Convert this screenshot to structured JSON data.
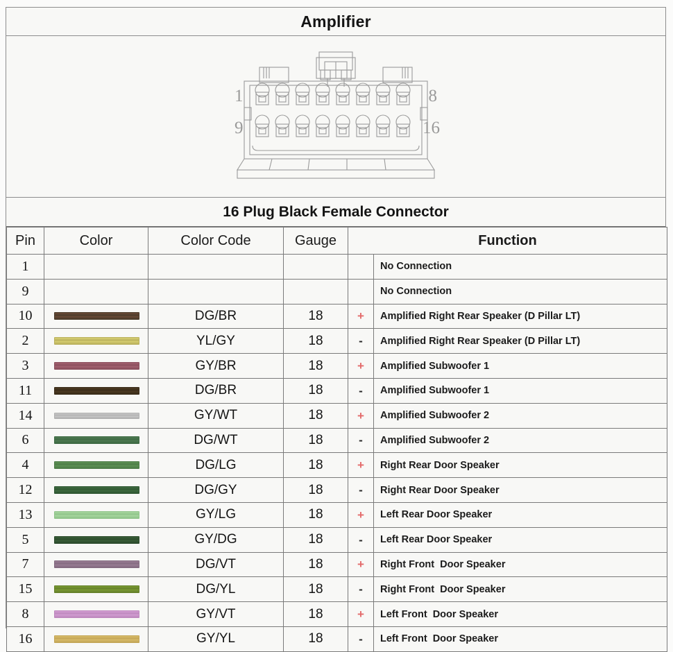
{
  "header": {
    "title": "Amplifier"
  },
  "connector": {
    "caption": "16 Plug Black Female Connector",
    "pin_labels": {
      "top_left": "1",
      "top_right": "8",
      "bottom_left": "9",
      "bottom_right": "16"
    },
    "rows": 2,
    "columns": 8
  },
  "table": {
    "headers": {
      "pin": "Pin",
      "color": "Color",
      "color_code": "Color Code",
      "gauge": "Gauge",
      "polarity": "",
      "function": "Function"
    },
    "rows": [
      {
        "pin": "1",
        "swatch": "",
        "swatch2": "",
        "code": "",
        "gauge": "",
        "polarity": "",
        "function": "No Connection"
      },
      {
        "pin": "9",
        "swatch": "",
        "swatch2": "",
        "code": "",
        "gauge": "",
        "polarity": "",
        "function": "No Connection"
      },
      {
        "pin": "10",
        "swatch": "#6b4a36",
        "swatch2": "#4a3b2a",
        "code": "DG/BR",
        "gauge": "18",
        "polarity": "+",
        "function": "Amplified Right Rear Speaker (D Pillar LT)"
      },
      {
        "pin": "2",
        "swatch": "#d8cf72",
        "swatch2": "#b9b05c",
        "code": "YL/GY",
        "gauge": "18",
        "polarity": "-",
        "function": "Amplified Right Rear Speaker (D Pillar LT)"
      },
      {
        "pin": "3",
        "swatch": "#a3616f",
        "swatch2": "#8a4f5d",
        "code": "GY/BR",
        "gauge": "18",
        "polarity": "+",
        "function": "Amplified Subwoofer 1"
      },
      {
        "pin": "11",
        "swatch": "#4d3a22",
        "swatch2": "#3a2c19",
        "code": "DG/BR",
        "gauge": "18",
        "polarity": "-",
        "function": "Amplified Subwoofer 1"
      },
      {
        "pin": "14",
        "swatch": "#c9c9c9",
        "swatch2": "#b0b0b0",
        "code": "GY/WT",
        "gauge": "18",
        "polarity": "+",
        "function": "Amplified Subwoofer 2"
      },
      {
        "pin": "6",
        "swatch": "#4f7a52",
        "swatch2": "#3d6a43",
        "code": "DG/WT",
        "gauge": "18",
        "polarity": "-",
        "function": "Amplified Subwoofer 2"
      },
      {
        "pin": "4",
        "swatch": "#5e9255",
        "swatch2": "#4d7c47",
        "code": "DG/LG",
        "gauge": "18",
        "polarity": "+",
        "function": "Right Rear Door Speaker"
      },
      {
        "pin": "12",
        "swatch": "#3f6b40",
        "swatch2": "#2f5732",
        "code": "DG/GY",
        "gauge": "18",
        "polarity": "-",
        "function": "Right Rear Door Speaker"
      },
      {
        "pin": "13",
        "swatch": "#a8d6a0",
        "swatch2": "#8fc489",
        "code": "GY/LG",
        "gauge": "18",
        "polarity": "+",
        "function": "Left Rear Door Speaker"
      },
      {
        "pin": "5",
        "swatch": "#3a5f38",
        "swatch2": "#2c4b2c",
        "code": "GY/DG",
        "gauge": "18",
        "polarity": "-",
        "function": "Left Rear Door Speaker"
      },
      {
        "pin": "7",
        "swatch": "#9a7e95",
        "swatch2": "#836a80",
        "code": "DG/VT",
        "gauge": "18",
        "polarity": "+",
        "function": "Right Front  Door Speaker"
      },
      {
        "pin": "15",
        "swatch": "#7b9a32",
        "swatch2": "#65812a",
        "code": "DG/YL",
        "gauge": "18",
        "polarity": "-",
        "function": "Right Front  Door Speaker"
      },
      {
        "pin": "8",
        "swatch": "#d39ed3",
        "swatch2": "#bd88bd",
        "code": "GY/VT",
        "gauge": "18",
        "polarity": "+",
        "function": "Left Front  Door Speaker"
      },
      {
        "pin": "16",
        "swatch": "#d9bc6a",
        "swatch2": "#c3a556",
        "code": "GY/YL",
        "gauge": "18",
        "polarity": "-",
        "function": "Left Front  Door Speaker"
      }
    ]
  },
  "colors": {
    "plus": "#e36a6a",
    "minus": "#2a2a2a",
    "border": "#7a7a7a",
    "background": "#f8f8f6"
  }
}
